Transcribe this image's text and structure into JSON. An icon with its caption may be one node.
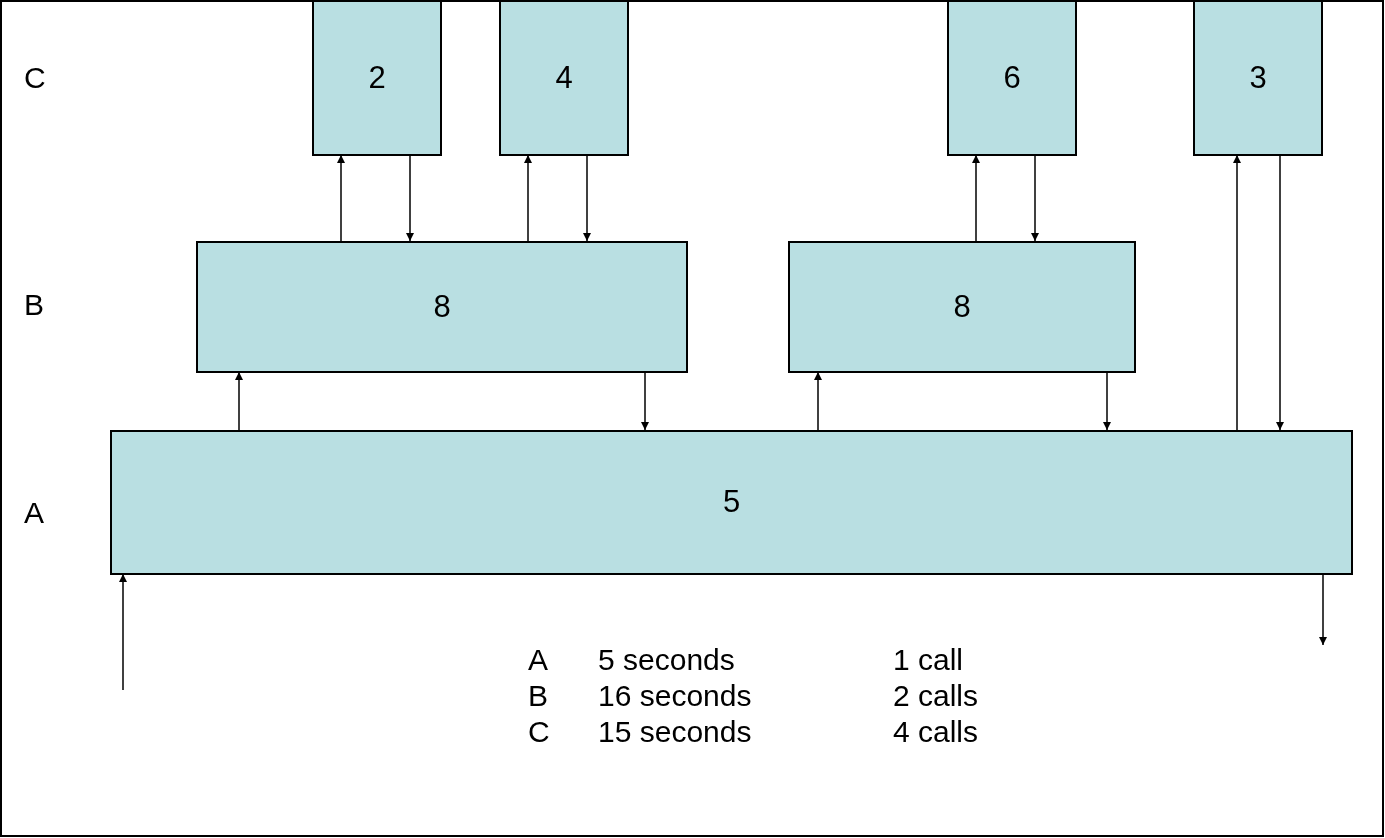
{
  "diagram": {
    "nodes": [
      {
        "text": [
          "2"
        ]
      },
      {
        "text": [
          "4"
        ]
      },
      {
        "text": [
          "6"
        ]
      },
      {
        "text": [
          "3"
        ]
      },
      {
        "text": [
          "8"
        ]
      },
      {
        "text": [
          "8"
        ]
      },
      {
        "text": [
          "5"
        ]
      }
    ],
    "edges": [
      {
        "from": 4,
        "to": 0,
        "arrow": "to"
      },
      {
        "from": 0,
        "to": 4,
        "arrow": "to"
      },
      {
        "from": 4,
        "to": 1,
        "arrow": "to"
      },
      {
        "from": 1,
        "to": 4,
        "arrow": "to"
      },
      {
        "from": 5,
        "to": 2,
        "arrow": "to"
      },
      {
        "from": 2,
        "to": 5,
        "arrow": "to"
      },
      {
        "from": 6,
        "to": 3,
        "arrow": "to"
      },
      {
        "from": 3,
        "to": 6,
        "arrow": "to"
      },
      {
        "from": 6,
        "to": 4,
        "arrow": "to"
      },
      {
        "from": 4,
        "to": 6,
        "arrow": "to"
      },
      {
        "from": 6,
        "to": 5,
        "arrow": "to"
      },
      {
        "from": 5,
        "to": 6,
        "arrow": "to"
      },
      {
        "from": null,
        "to": 6,
        "arrow": "to"
      },
      {
        "from": 6,
        "to": null,
        "arrow": "to"
      }
    ],
    "labels": [
      "C",
      "B",
      "A",
      "A",
      "5 seconds",
      "1 call",
      "B",
      "16 seconds",
      "2 calls",
      "C",
      "15 seconds",
      "4 calls"
    ]
  }
}
